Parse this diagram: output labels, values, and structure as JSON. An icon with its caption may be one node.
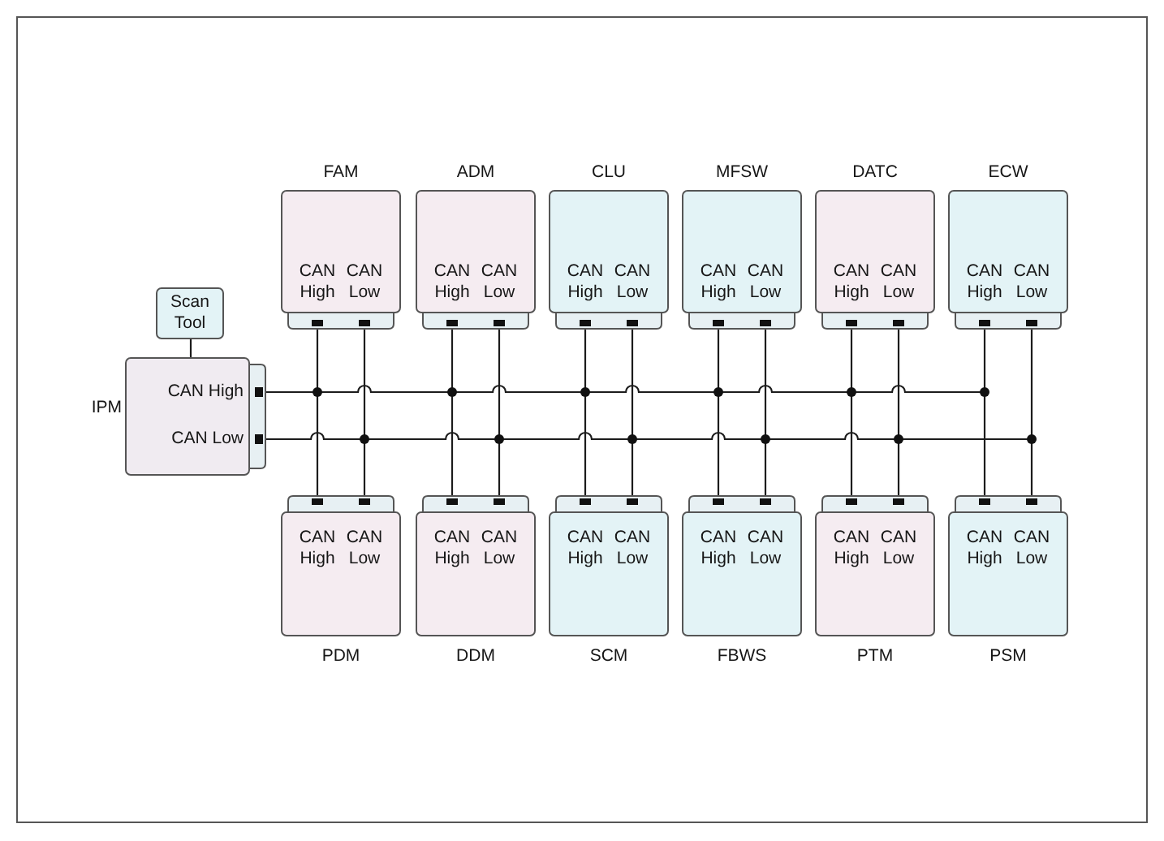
{
  "diagram": {
    "nodes": [
      {
        "text": [
          "Scan Tool"
        ]
      },
      {
        "text": [
          "IPM",
          "CAN High",
          "CAN Low"
        ]
      },
      {
        "text": [
          "FAM",
          "CAN High",
          "CAN Low"
        ]
      },
      {
        "text": [
          "ADM",
          "CAN High",
          "CAN Low"
        ]
      },
      {
        "text": [
          "CLU",
          "CAN High",
          "CAN Low"
        ]
      },
      {
        "text": [
          "MFSW",
          "CAN High",
          "CAN Low"
        ]
      },
      {
        "text": [
          "DATC",
          "CAN High",
          "CAN Low"
        ]
      },
      {
        "text": [
          "ECW",
          "CAN High",
          "CAN Low"
        ]
      },
      {
        "text": [
          "CAN High",
          "CAN Low",
          "PDM"
        ]
      },
      {
        "text": [
          "CAN High",
          "CAN Low",
          "DDM"
        ]
      },
      {
        "text": [
          "CAN High",
          "CAN Low",
          "SCM"
        ]
      },
      {
        "text": [
          "CAN High",
          "CAN Low",
          "FBWS"
        ]
      },
      {
        "text": [
          "CAN High",
          "CAN Low",
          "PTM"
        ]
      },
      {
        "text": [
          "CAN High",
          "CAN Low",
          "PSM"
        ]
      }
    ],
    "edges": [
      {
        "from": 0,
        "to": 1,
        "arrow": "none"
      },
      {
        "from": 1,
        "to": 2,
        "arrow": "none"
      },
      {
        "from": 1,
        "to": 2,
        "arrow": "none"
      },
      {
        "from": 1,
        "to": 3,
        "arrow": "none"
      },
      {
        "from": 1,
        "to": 3,
        "arrow": "none"
      },
      {
        "from": 1,
        "to": 4,
        "arrow": "none"
      },
      {
        "from": 1,
        "to": 4,
        "arrow": "none"
      },
      {
        "from": 1,
        "to": 5,
        "arrow": "none"
      },
      {
        "from": 1,
        "to": 5,
        "arrow": "none"
      },
      {
        "from": 1,
        "to": 6,
        "arrow": "none"
      },
      {
        "from": 1,
        "to": 6,
        "arrow": "none"
      },
      {
        "from": 1,
        "to": 7,
        "arrow": "none"
      },
      {
        "from": 1,
        "to": 7,
        "arrow": "none"
      },
      {
        "from": 1,
        "to": 8,
        "arrow": "none"
      },
      {
        "from": 1,
        "to": 8,
        "arrow": "none"
      },
      {
        "from": 1,
        "to": 9,
        "arrow": "none"
      },
      {
        "from": 1,
        "to": 9,
        "arrow": "none"
      },
      {
        "from": 1,
        "to": 10,
        "arrow": "none"
      },
      {
        "from": 1,
        "to": 10,
        "arrow": "none"
      },
      {
        "from": 1,
        "to": 11,
        "arrow": "none"
      },
      {
        "from": 1,
        "to": 11,
        "arrow": "none"
      },
      {
        "from": 1,
        "to": 12,
        "arrow": "none"
      },
      {
        "from": 1,
        "to": 12,
        "arrow": "none"
      },
      {
        "from": 1,
        "to": 13,
        "arrow": "none"
      },
      {
        "from": 1,
        "to": 13,
        "arrow": "none"
      }
    ]
  }
}
